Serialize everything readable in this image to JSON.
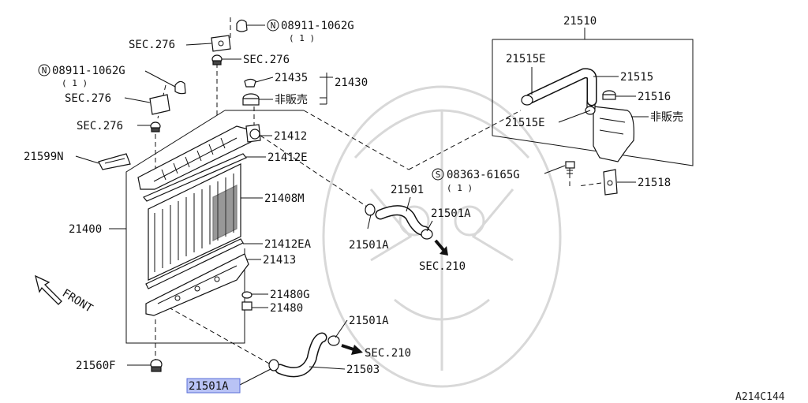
{
  "diagram_code": "A214C144",
  "front_label": "FRONT",
  "labels": {
    "l21510": "21510",
    "l21515E_top": "21515E",
    "l21515": "21515",
    "l21516": "21516",
    "l21515E_bot": "21515E",
    "l_hiban_tank": "非販売",
    "l08363": "08363-6165G",
    "l08363_qty": "( 1 )",
    "l21518": "21518",
    "l08911_top": "08911-1062G",
    "l08911_top_qty": "( 1 )",
    "lsec276_a": "SEC.276",
    "lsec276_b": "SEC.276",
    "l08911_left": "08911-1062G",
    "l08911_left_qty": "( 1 )",
    "lsec276_c": "SEC.276",
    "lsec276_d": "SEC.276",
    "l21435": "21435",
    "l21430": "21430",
    "l_hiban_cap": "非販売",
    "l21412": "21412",
    "l21412E": "21412E",
    "l21599N": "21599N",
    "l21408M": "21408M",
    "l21400": "21400",
    "l21412EA": "21412EA",
    "l21413": "21413",
    "l21480G": "21480G",
    "l21480": "21480",
    "l21501": "21501",
    "l21501A_r": "21501A",
    "l21501A_l": "21501A",
    "lsec210_a": "SEC.210",
    "l21501A_mid": "21501A",
    "lsec210_b": "SEC.210",
    "l21503": "21503",
    "l21560F": "21560F",
    "l21501A_sel": "21501A"
  },
  "symbols": {
    "n_circle": "N",
    "s_circle": "S"
  }
}
